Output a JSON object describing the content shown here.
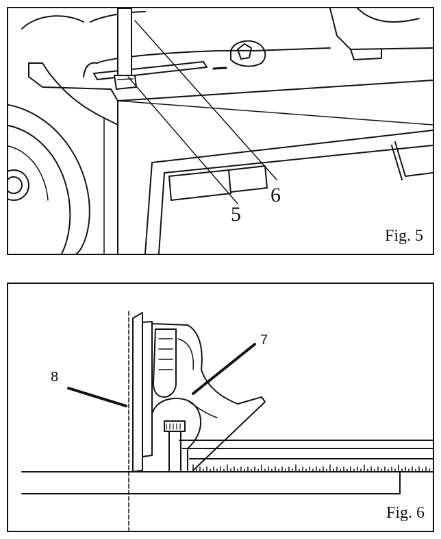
{
  "figures": [
    {
      "label": "Fig. 5",
      "callouts": [
        "5",
        "6"
      ]
    },
    {
      "label": "Fig. 6",
      "callouts": [
        "7",
        "8"
      ]
    }
  ]
}
